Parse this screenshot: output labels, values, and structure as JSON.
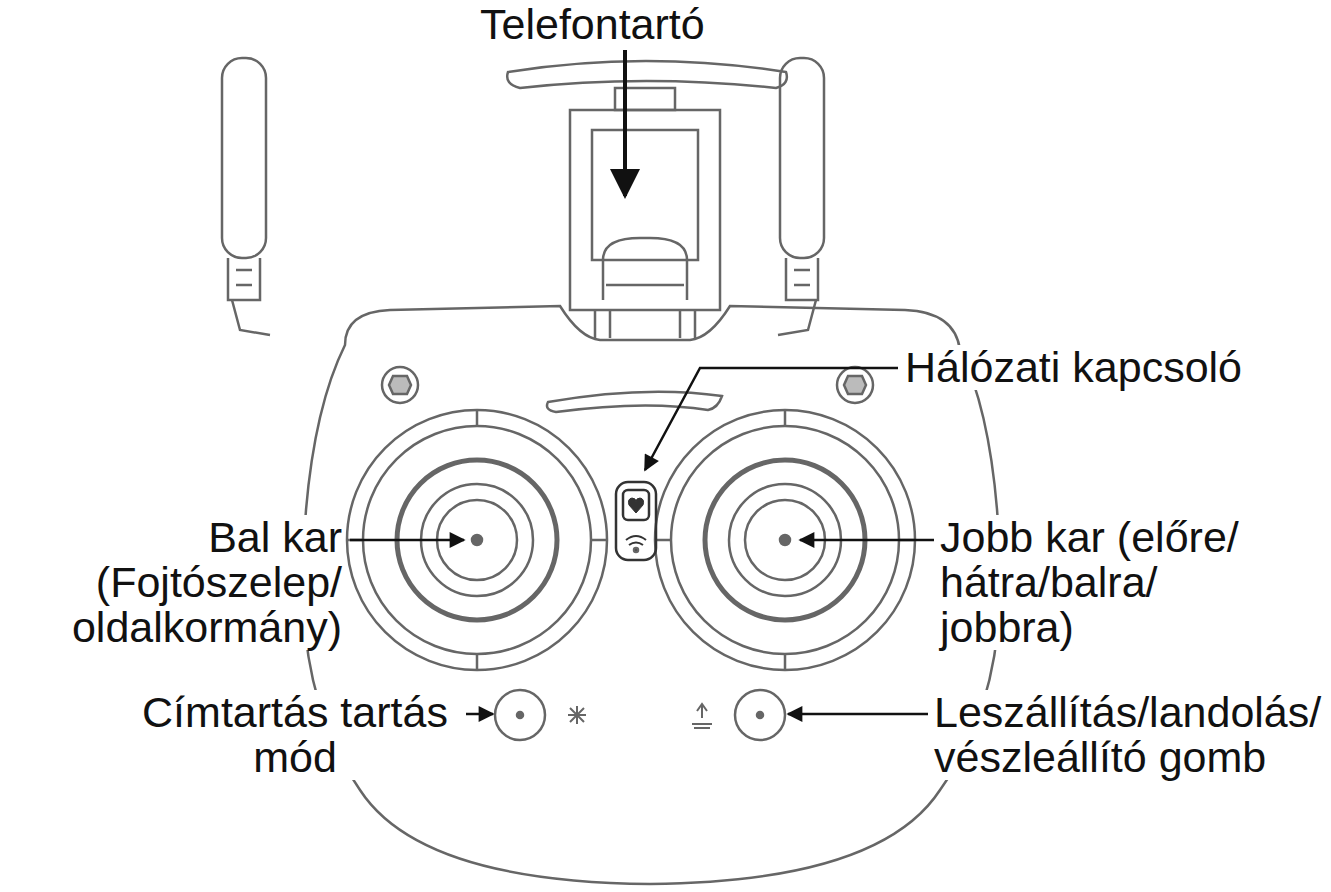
{
  "diagram": {
    "labels": [
      "Telefontartó",
      "Hálózati kapcsoló",
      "Bal kar (Fojtószelep/ oldalkormány)",
      "Jobb kar (előre/ hátra/balra/ jobbra)",
      "Címtartás tartás mód",
      "Leszállítás/landolás/ vészleállító gomb"
    ]
  }
}
